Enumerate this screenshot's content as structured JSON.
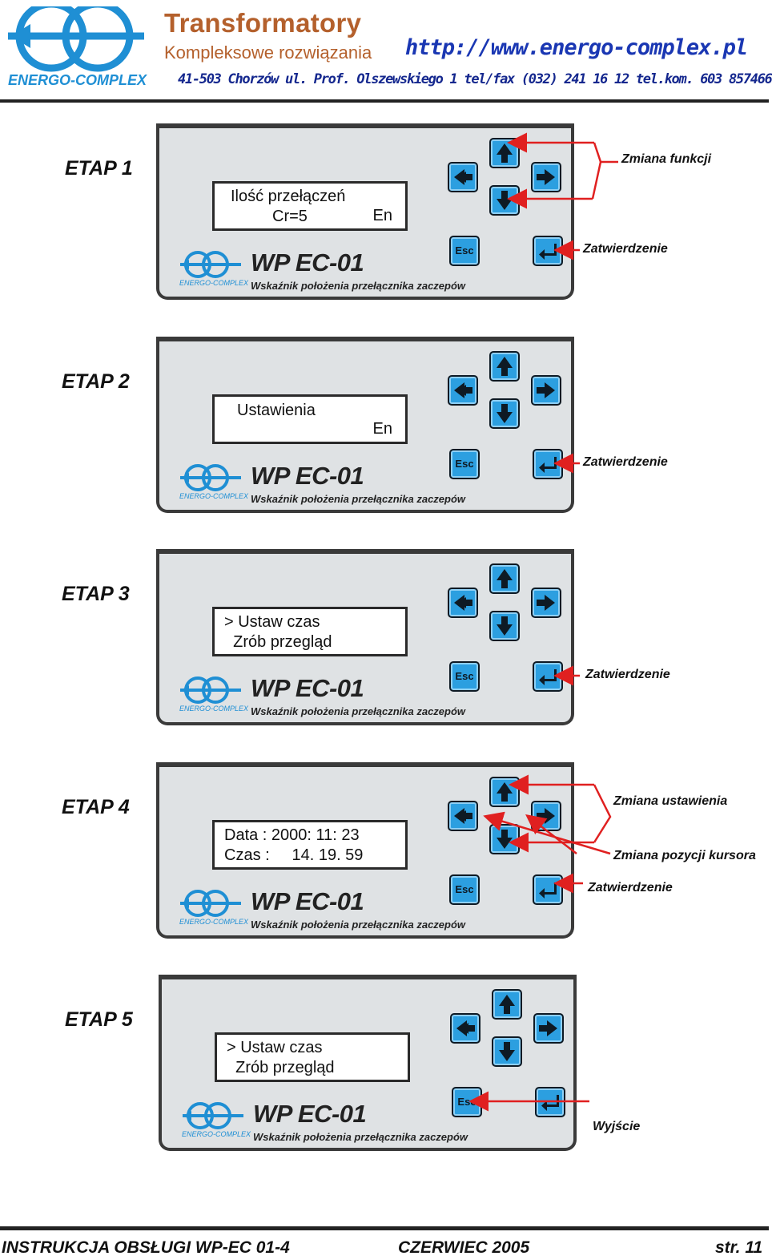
{
  "header": {
    "logo_text": "ENERGO-COMPLEX",
    "title": "Transformatory",
    "subtitle": "Kompleksowe rozwiązania",
    "url": "http://www.energo-complex.pl",
    "address": "41-503 Chorzów ul. Prof. Olszewskiego 1 tel/fax (032) 241 16 12 tel.kom. 603 857466"
  },
  "brand": {
    "logo_text": "ENERGO-COMPLEX",
    "model": "WP EC-01",
    "description": "Wskaźnik położenia przełącznika zaczepów",
    "esc_label": "Esc"
  },
  "stages": [
    {
      "label": "ETAP 1",
      "lcd_line1": "Ilość przełączeń",
      "lcd_line2": "Cr=5",
      "lcd_en": "En",
      "ann_top": "Zmiana funkcji",
      "ann_mid": "",
      "ann_bottom": "Zatwierdzenie"
    },
    {
      "label": "ETAP 2",
      "lcd_line1": "Ustawienia",
      "lcd_line2": "",
      "lcd_en": "En",
      "ann_top": "",
      "ann_mid": "",
      "ann_bottom": "Zatwierdzenie"
    },
    {
      "label": "ETAP 3",
      "lcd_line1": "> Ustaw czas",
      "lcd_line2": "  Zrób przegląd",
      "lcd_en": "",
      "ann_top": "",
      "ann_mid": "",
      "ann_bottom": "Zatwierdzenie"
    },
    {
      "label": "ETAP 4",
      "lcd_line1": "Data : 2000: 11: 23",
      "lcd_line2": "Czas :     14. 19. 59",
      "lcd_en": "",
      "ann_top": "Zmiana ustawienia",
      "ann_mid": "Zmiana pozycji kursora",
      "ann_bottom": "Zatwierdzenie"
    },
    {
      "label": "ETAP 5",
      "lcd_line1": "> Ustaw czas",
      "lcd_line2": "  Zrób przegląd",
      "lcd_en": "",
      "ann_top": "",
      "ann_mid": "",
      "ann_bottom": "Wyjście"
    }
  ],
  "footer": {
    "left": "INSTRUKCJA OBSŁUGI WP-EC 01-4",
    "center": "CZERWIEC 2005",
    "right": "str. 11"
  },
  "colors": {
    "key": "#2c9fe0",
    "panel": "#dfe2e4",
    "arrow": "#e02020",
    "header_title": "#b4602c",
    "url": "#1a37b3"
  },
  "icons": [
    "arrow-left-icon",
    "arrow-up-icon",
    "arrow-down-icon",
    "arrow-right-icon",
    "enter-icon"
  ]
}
